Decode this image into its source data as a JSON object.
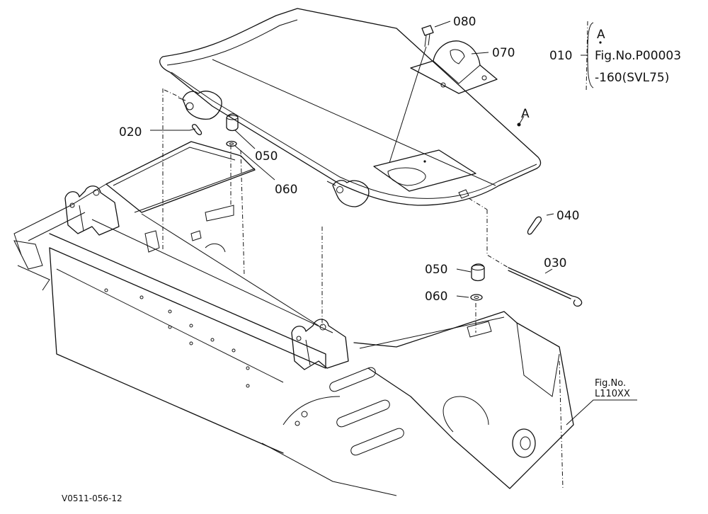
{
  "callouts": {
    "p010": "010",
    "p020": "020",
    "p030": "030",
    "p040": "040",
    "p050a": "050",
    "p050b": "050",
    "p060a": "060",
    "p060b": "060",
    "p070": "070",
    "p080": "080",
    "ref_a": "A"
  },
  "ref_box": {
    "letter": "A",
    "line1": "Fig.No.P00003",
    "line2": "-160(SVL75)"
  },
  "fig_ref": {
    "line1": "Fig.No.",
    "line2": "L110XX"
  },
  "drawing_id": "V0511-056-12"
}
